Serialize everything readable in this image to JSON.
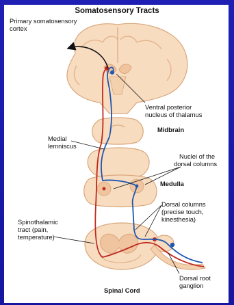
{
  "diagram": {
    "title": "Somatosensory Tracts",
    "labels": {
      "cortex_1": "Primary somatosensory",
      "cortex_2": "cortex",
      "thalamus_1": "Ventral posterior",
      "thalamus_2": "nucleus of thalamus",
      "midbrain": "Midbrain",
      "lemniscus_1": "Medial",
      "lemniscus_2": "lemniscus",
      "nuclei_1": "Nuclei of the",
      "nuclei_2": "dorsal columns",
      "medulla": "Medulla",
      "dorsal_col_1": "Dorsal columns",
      "dorsal_col_2": "(precise touch,",
      "dorsal_col_3": "kinesthesia)",
      "spino_1": "Spinothalamic",
      "spino_2": "tract (pain,",
      "spino_3": "temperature)",
      "ganglion_1": "Dorsal root",
      "ganglion_2": "ganglion",
      "spinal_cord": "Spinal Cord"
    },
    "colors": {
      "tissue": "#f8dcc0",
      "tissue_edge": "#d9a77c",
      "gray_matter": "#f0c49e",
      "spinothalamic": "#c0281e",
      "dorsal_column": "#1e56b0",
      "background": "#1a1aa8"
    }
  }
}
